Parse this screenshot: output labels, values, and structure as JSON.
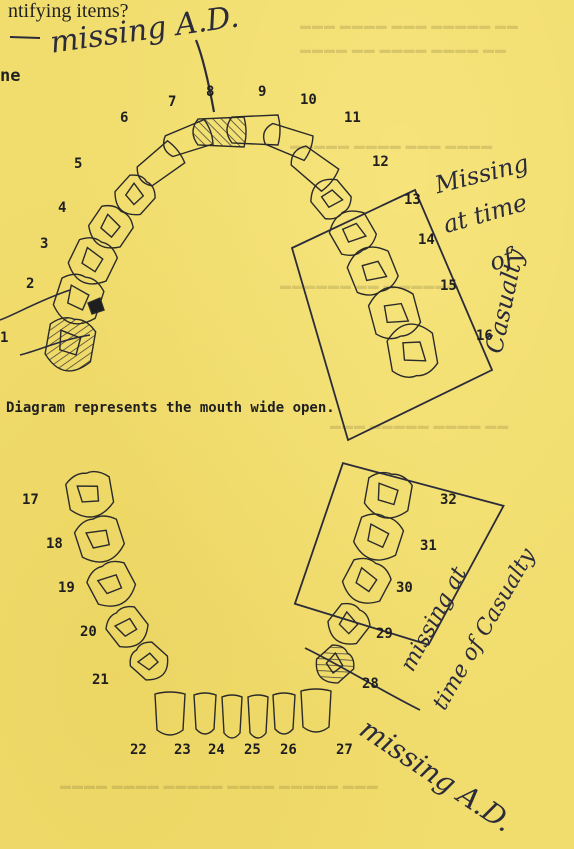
{
  "heading": "ntifying items?",
  "heading_partial": "ne",
  "caption": "Diagram represents the mouth wide open.",
  "upper_tooth_numbers": [
    "1",
    "2",
    "3",
    "4",
    "5",
    "6",
    "7",
    "8",
    "9",
    "10",
    "11",
    "12",
    "13",
    "14",
    "15",
    "16"
  ],
  "lower_tooth_numbers": [
    "17",
    "18",
    "19",
    "20",
    "21",
    "22",
    "23",
    "24",
    "25",
    "26",
    "27",
    "28",
    "29",
    "30",
    "31",
    "32"
  ],
  "annotations": {
    "top_note": "missing A.D.",
    "upper_right_note_lines": [
      "Missing",
      "at time",
      "of",
      "Casualty"
    ],
    "lower_right_note_lines": [
      "missing at",
      "time of Casualty"
    ],
    "bottom_note": "missing A.D."
  }
}
